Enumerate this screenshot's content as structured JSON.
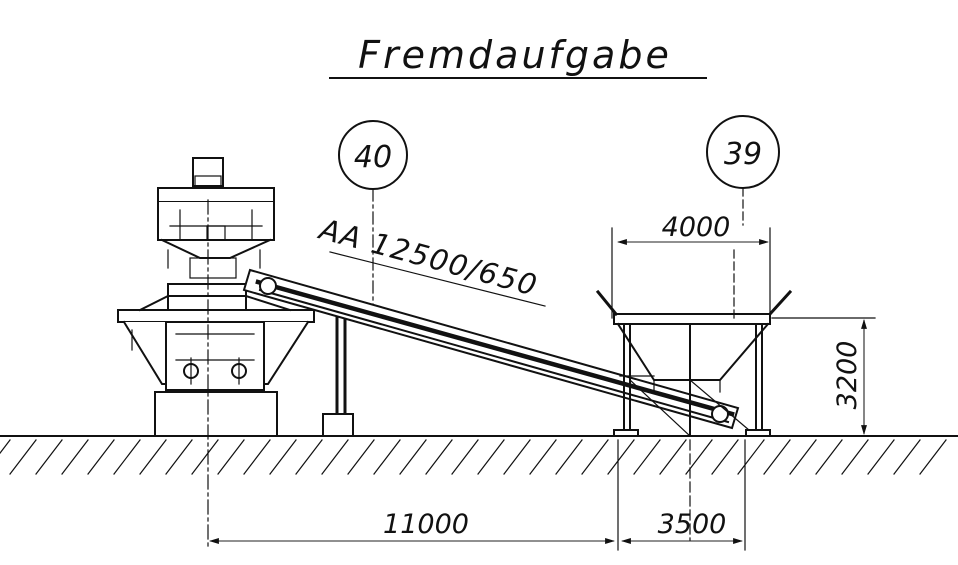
{
  "drawing": {
    "title": "Fremdaufgabe",
    "item_left": "40",
    "item_right": "39",
    "conveyor_label": "AA 12500/650",
    "dim_top_width": "4000",
    "dim_height": "3200",
    "dim_bottom_left": "11000",
    "dim_bottom_right": "3500"
  }
}
